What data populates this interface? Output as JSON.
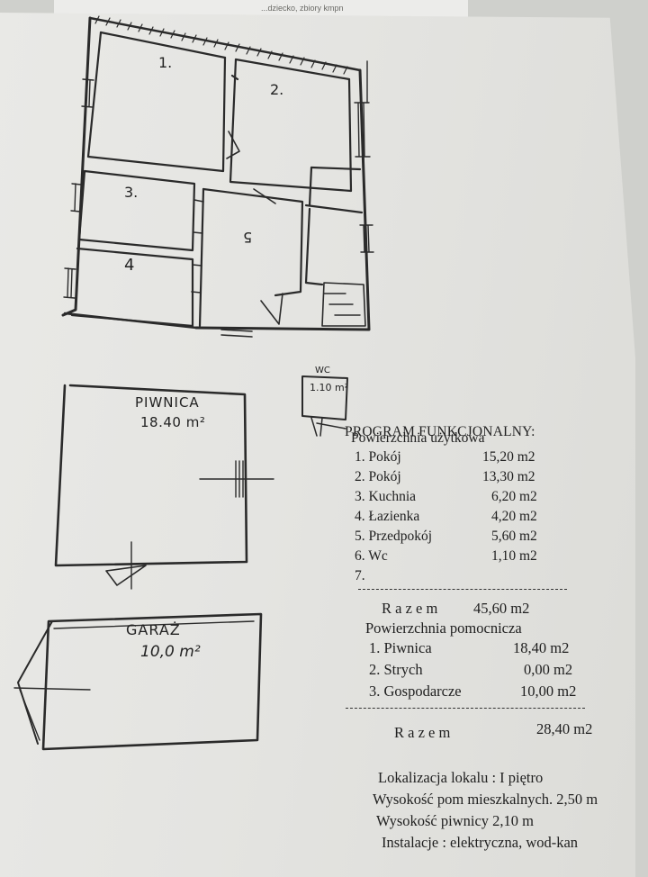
{
  "top_strip": "...dziecko, zbiory kmpn",
  "plan": {
    "room_1": "1.",
    "room_2": "2.",
    "room_3": "3.",
    "room_4": "4",
    "room_5": "5",
    "piwnica_name": "PIWNICA",
    "piwnica_area": "18.40 m²",
    "wc_name": "WC",
    "wc_area": "1.10 m²",
    "garage_name": "GARAŻ",
    "garage_area": "10,0 m²"
  },
  "program": {
    "title": "PROGRAM FUNKCJONALNY:",
    "usable_heading": "Powierzchnia użytkowa",
    "usable": [
      {
        "label": "1. Pokój",
        "value": "15,20 m2"
      },
      {
        "label": "2. Pokój",
        "value": "13,30 m2"
      },
      {
        "label": "3. Kuchnia",
        "value": "6,20 m2"
      },
      {
        "label": "4. Łazienka",
        "value": "4,20 m2"
      },
      {
        "label": "5. Przedpokój",
        "value": "5,60 m2"
      },
      {
        "label": "6. Wc",
        "value": "1,10 m2"
      },
      {
        "label": "7.",
        "value": ""
      }
    ],
    "usable_total_label": "R a z e m",
    "usable_total_value": "45,60 m2",
    "aux_heading": "Powierzchnia pomocnicza",
    "aux": [
      {
        "label": "1. Piwnica",
        "value": "18,40 m2"
      },
      {
        "label": "2. Strych",
        "value": "0,00 m2"
      },
      {
        "label": "3. Gospodarcze",
        "value": "10,00 m2"
      }
    ],
    "aux_total_label": "R a z e m",
    "aux_total_value": "28,40 m2"
  },
  "info": {
    "location": "Lokalizacja lokalu :  I piętro",
    "height_living": "Wysokość pom mieszkalnych. 2,50 m",
    "height_basement": "Wysokość piwnicy 2,10 m",
    "installations": "Instalacje : elektryczna, wod-kan"
  }
}
